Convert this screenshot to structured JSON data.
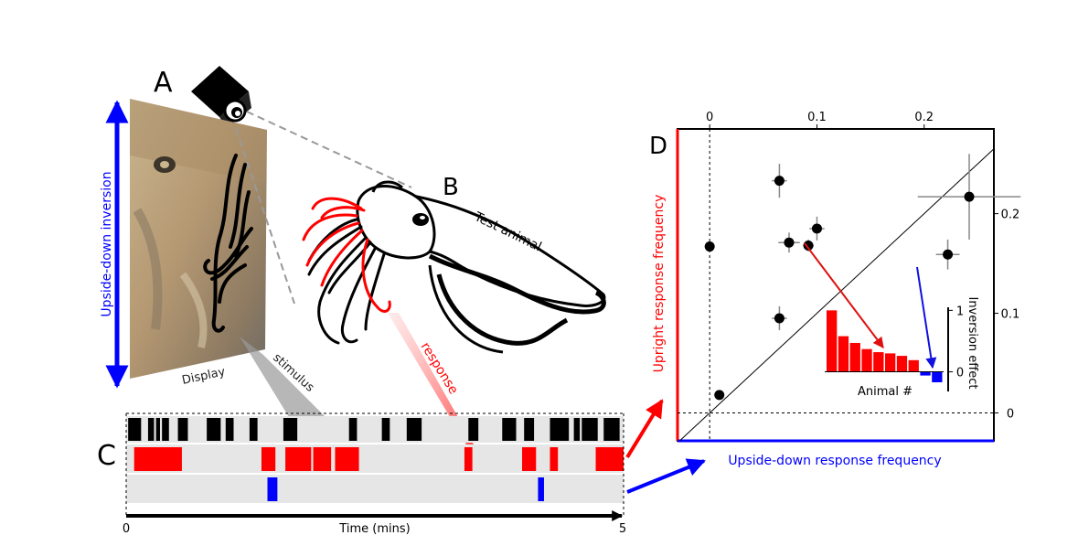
{
  "panels": {
    "a": "A",
    "b": "B",
    "c": "C",
    "d": "D"
  },
  "labels": {
    "upside_down_inversion": "Upside-down inversion",
    "display": "Display",
    "stimulus": "stimulus",
    "response": "response",
    "test_animal": "Test animal"
  },
  "timeline": {
    "xlabel": "Time (mins)",
    "x_start": "0",
    "x_end": "5",
    "xlim": [
      0,
      5
    ],
    "stimulus_events": [
      [
        0.02,
        0.15
      ],
      [
        0.22,
        0.28
      ],
      [
        0.3,
        0.34
      ],
      [
        0.36,
        0.43
      ],
      [
        0.52,
        0.62
      ],
      [
        0.81,
        0.95
      ],
      [
        1.0,
        1.08
      ],
      [
        1.24,
        1.32
      ],
      [
        1.58,
        1.72
      ],
      [
        2.24,
        2.32
      ],
      [
        2.57,
        2.65
      ],
      [
        2.82,
        2.97
      ],
      [
        3.44,
        3.54
      ],
      [
        3.78,
        3.92
      ],
      [
        4.0,
        4.1
      ],
      [
        4.26,
        4.45
      ],
      [
        4.5,
        4.56
      ],
      [
        4.58,
        4.74
      ],
      [
        4.8,
        4.96
      ]
    ],
    "upright_response_events": [
      [
        0.08,
        0.56
      ],
      [
        1.36,
        1.5
      ],
      [
        1.6,
        1.86
      ],
      [
        1.88,
        2.06
      ],
      [
        2.1,
        2.34
      ],
      [
        3.4,
        3.48
      ],
      [
        3.98,
        4.12
      ],
      [
        4.26,
        4.34
      ],
      [
        4.72,
        5.0
      ]
    ],
    "inverted_response_events": [
      [
        1.42,
        1.52
      ],
      [
        4.14,
        4.2
      ]
    ],
    "colors": {
      "stimulus": "#000000",
      "upright": "#ff0000",
      "inverted": "#0000ff",
      "track": "#e6e6e6"
    }
  },
  "chart_data": {
    "type": "scatter",
    "xlabel": "Upside-down response frequency",
    "ylabel": "Upright response frequency",
    "xlim": [
      -0.03,
      0.265
    ],
    "ylim": [
      -0.028,
      0.285
    ],
    "x_ticks": [
      "0",
      "0.1",
      "0.2"
    ],
    "y_ticks": [
      "0",
      "0.1",
      "0.2"
    ],
    "diagonal": true,
    "zero_lines": true,
    "points": [
      {
        "x": 0.0,
        "y": 0.167,
        "xerr": 0.0,
        "yerr": 0.0
      },
      {
        "x": 0.009,
        "y": 0.018,
        "xerr": 0.003,
        "yerr": 0.003
      },
      {
        "x": 0.065,
        "y": 0.233,
        "xerr": 0.007,
        "yerr": 0.017
      },
      {
        "x": 0.065,
        "y": 0.095,
        "xerr": 0.007,
        "yerr": 0.012
      },
      {
        "x": 0.074,
        "y": 0.171,
        "xerr": 0.01,
        "yerr": 0.01
      },
      {
        "x": 0.092,
        "y": 0.168,
        "xerr": 0.005,
        "yerr": 0.006
      },
      {
        "x": 0.1,
        "y": 0.185,
        "xerr": 0.007,
        "yerr": 0.012
      },
      {
        "x": 0.222,
        "y": 0.159,
        "xerr": 0.011,
        "yerr": 0.015
      },
      {
        "x": 0.242,
        "y": 0.217,
        "xerr": 0.048,
        "yerr": 0.043
      }
    ],
    "colors": {
      "xlabel": "#0000ff",
      "ylabel": "#ff0000"
    },
    "inset": {
      "type": "bar",
      "xlabel": "Animal #",
      "ylabel": "Inversion effect",
      "y_ticks": [
        "0",
        "1"
      ],
      "ylim": [
        -0.2,
        1.05
      ],
      "values": [
        1.0,
        0.58,
        0.47,
        0.37,
        0.32,
        0.3,
        0.26,
        0.19,
        -0.06,
        -0.17
      ],
      "colors": {
        "positive": "#ff0000",
        "negative": "#0000ff"
      }
    }
  }
}
